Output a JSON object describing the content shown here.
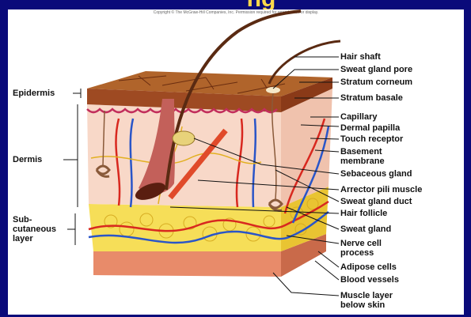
{
  "slide": {
    "title_fragment": "ng",
    "copyright": "Copyright © The McGraw-Hill Companies, Inc. Permission required for reproduction or display."
  },
  "labels_left": {
    "epidermis": "Epidermis",
    "dermis": "Dermis",
    "subcutaneous_1": "Sub-",
    "subcutaneous_2": "cutaneous",
    "subcutaneous_3": "layer"
  },
  "labels_right": {
    "hair_shaft": "Hair shaft",
    "sweat_gland_pore": "Sweat gland pore",
    "stratum_corneum": "Stratum corneum",
    "stratum_basale": "Stratum basale",
    "capillary": "Capillary",
    "dermal_papilla": "Dermal papilla",
    "touch_receptor": "Touch receptor",
    "basement_1": "Basement",
    "basement_2": "membrane",
    "sebaceous_gland": "Sebaceous gland",
    "arrector_pili": "Arrector pili muscle",
    "sweat_gland_duct": "Sweat gland duct",
    "hair_follicle": "Hair follicle",
    "sweat_gland": "Sweat gland",
    "nerve_cell_1": "Nerve cell",
    "nerve_cell_2": "process",
    "adipose_cells": "Adipose cells",
    "blood_vessels": "Blood vessels",
    "muscle_layer_1": "Muscle layer",
    "muscle_layer_2": "below skin"
  },
  "colors": {
    "slide_background": "#0a0a7a",
    "title": "#ffd84a",
    "epidermis_top": "#a0551f",
    "dermis": "#f6d2c0",
    "fat": "#f4d23a",
    "muscle": "#e88b6a",
    "vein": "#2a55c8",
    "artery": "#d8281f"
  }
}
